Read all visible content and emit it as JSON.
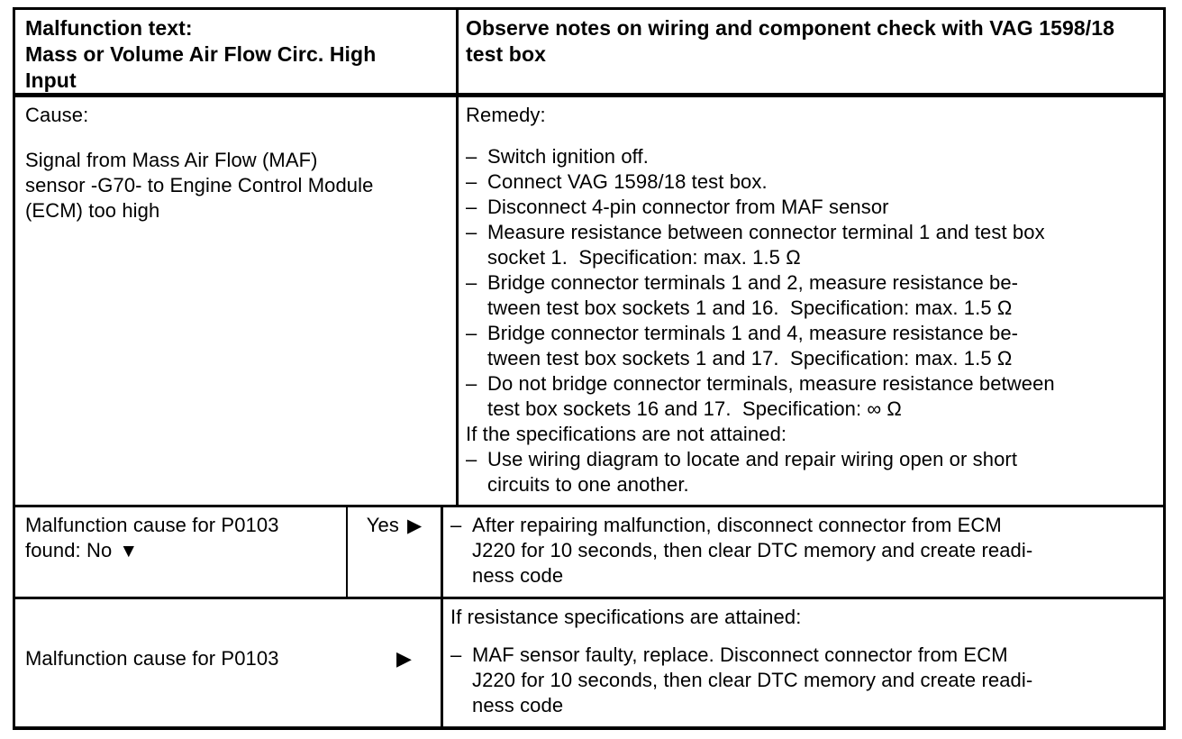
{
  "colors": {
    "ink": "#000000",
    "paper": "#ffffff"
  },
  "table": {
    "header_row": {
      "malfunction_label": "Malfunction text:",
      "malfunction_lines": [
        "Mass or Volume Air Flow Circ. High",
        "Input"
      ],
      "note_lines": [
        "Observe notes on wiring and component check with VAG 1598/18",
        "test box"
      ]
    },
    "cause_cell": {
      "label": "Cause:",
      "body_lines": [
        "Signal from Mass Air Flow (MAF)",
        "sensor -G70- to Engine Control Module",
        "(ECM) too high"
      ]
    },
    "remedy_cell": {
      "label": "Remedy:",
      "bullet_char": "–",
      "steps": [
        {
          "lines": [
            "Switch ignition off."
          ]
        },
        {
          "lines": [
            "Connect VAG 1598/18 test box."
          ]
        },
        {
          "lines": [
            "Disconnect 4-pin connector from MAF sensor"
          ]
        },
        {
          "lines": [
            "Measure resistance between connector terminal 1 and test box",
            "socket 1.  Specification: max. 1.5 Ω"
          ]
        },
        {
          "lines": [
            "Bridge connector terminals 1 and 2, measure resistance be-",
            "tween test box sockets 1 and 16.  Specification: max. 1.5 Ω"
          ]
        },
        {
          "lines": [
            "Bridge connector terminals 1 and 4, measure resistance be-",
            "tween test box sockets 1 and 17.  Specification: max. 1.5 Ω"
          ]
        },
        {
          "lines": [
            "Do not bridge connector terminals, measure resistance between",
            "test box sockets 16 and 17.  Specification: ∞ Ω"
          ]
        }
      ],
      "not_attained_heading": "If the specifications are not attained:",
      "not_attained_step": {
        "lines": [
          "Use wiring diagram to locate and repair wiring open or short",
          "circuits to one another."
        ]
      }
    },
    "decision_row": {
      "left_line1": "Malfunction cause for P0103",
      "left_line2": "found: No",
      "no_arrow": "▼",
      "yes_label": "Yes",
      "yes_arrow": "▶",
      "step": {
        "lines": [
          "After repairing malfunction, disconnect connector from ECM",
          "J220 for 10 seconds, then clear DTC memory and create readi-",
          "ness code"
        ]
      }
    },
    "final_row": {
      "left_label": "Malfunction cause for P0103",
      "arrow": "▶",
      "heading": "If resistance specifications are attained:",
      "step": {
        "lines": [
          "MAF sensor faulty, replace. Disconnect connector from ECM",
          "J220 for 10 seconds, then clear DTC memory and create readi-",
          "ness code"
        ]
      }
    }
  }
}
